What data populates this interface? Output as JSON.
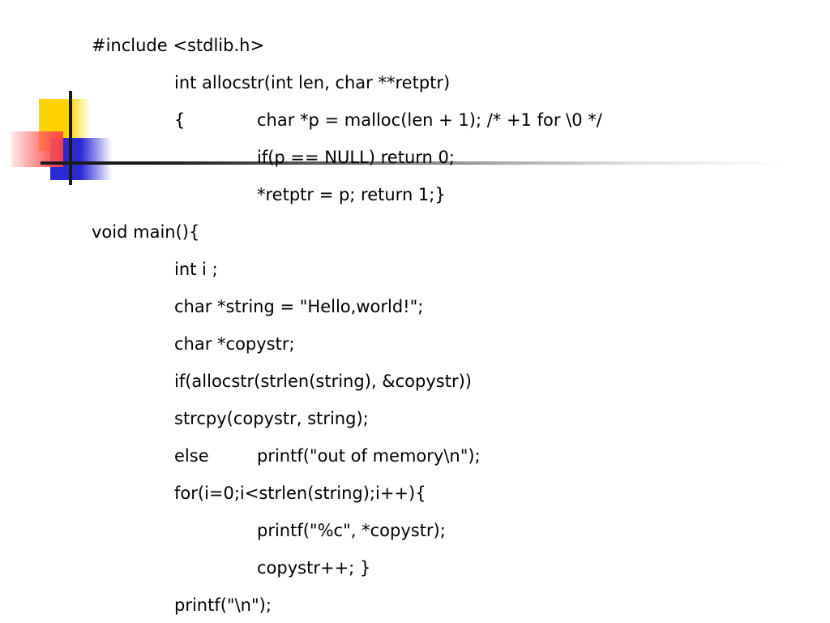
{
  "slide": {
    "lines": [
      "#include <stdlib.h>",
      "int allocstr(int len, char **retptr)",
      "{",
      "char *p = malloc(len + 1); /* +1 for \\0 */",
      "if(p == NULL) return 0;",
      "*retptr = p; return 1;}",
      "void main(){",
      "int i ;",
      "char *string = \"Hello,world!\";",
      "char *copystr;",
      "if(allocstr(strlen(string), &copystr))",
      "strcpy(copystr, string);",
      "else",
      "printf(\"out of memory\\n\");",
      "for(i=0;i<strlen(string);i++){",
      "printf(\"%c\", *copystr);",
      "copystr++; }",
      "printf(\"\\n\");"
    ]
  },
  "colors": {
    "accent_yellow": "#ffd200",
    "accent_blue": "#2b2bd6",
    "accent_red": "#ff5a5a",
    "rule": "#1a1a1a",
    "text": "#000000",
    "background": "#ffffff"
  },
  "icons": {
    "logo": "squares-and-crosshair-logo"
  }
}
